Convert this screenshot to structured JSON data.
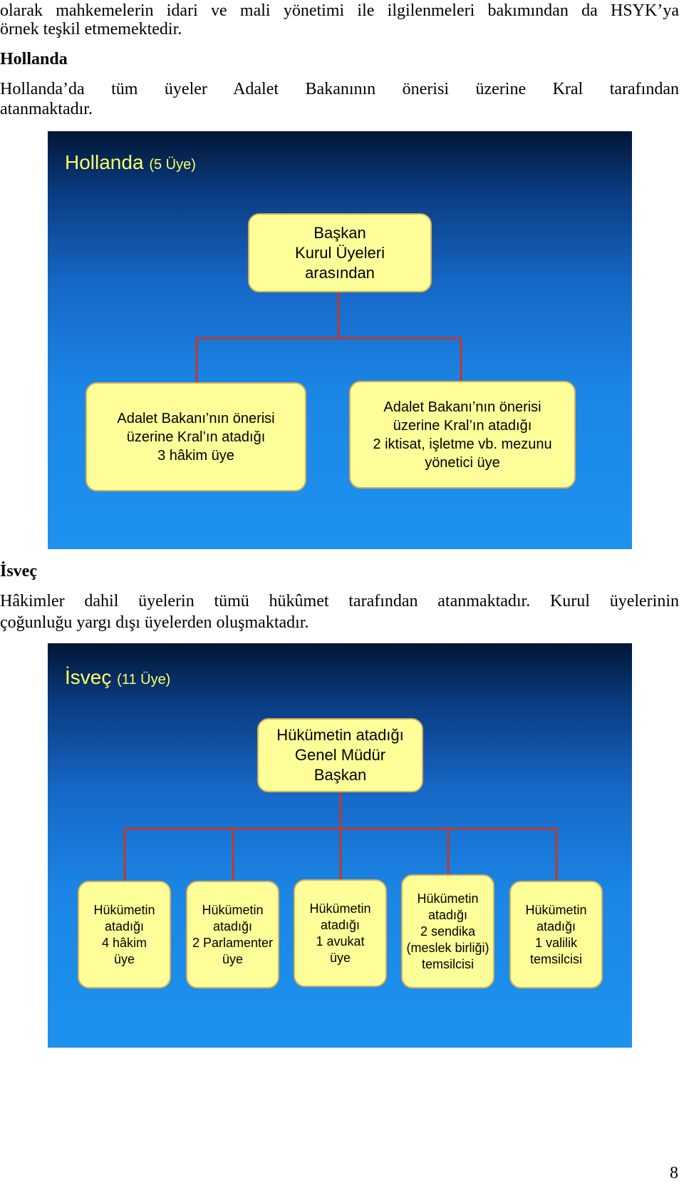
{
  "document": {
    "intro_lines": [
      "olarak mahkemelerin idari ve mali yönetimi ile ilgilenmeleri bakımından da HSYK’ya",
      "örnek teşkil etmemektedir."
    ],
    "netherlands": {
      "heading": "Hollanda",
      "paragraph_lines": [
        "Hollanda’da tüm üyeler Adalet Bakanının önerisi üzerine Kral tarafından",
        "atanmaktadır."
      ]
    },
    "sweden": {
      "heading": "İsveç",
      "paragraph_lines": [
        "Hâkimler dahil üyelerin tümü hükûmet tarafından atanmaktadır. Kurul üyelerinin",
        "çoğunluğu yargı dışı üyelerden oluşmaktadır."
      ]
    },
    "page_number": "8"
  },
  "netherlands_chart": {
    "title": "Hollanda",
    "subtitle": "(5 Üye)",
    "top_box": "Başkan\nKurul Üyeleri\narasından",
    "left_box": "Adalet Bakanı’nın önerisi\nüzerine Kral’ın atadığı\n3 hâkim üye",
    "right_box": "Adalet Bakanı’nın önerisi\nüzerine Kral’ın atadığı\n2 iktisat, işletme vb. mezunu\nyönetici üye"
  },
  "sweden_chart": {
    "title": "İsveç",
    "subtitle": "(11 Üye)",
    "top_box": "Hükümetin atadığı\nGenel Müdür\nBaşkan",
    "boxes": [
      "Hükümetin\natadığı\n4 hâkim\nüye",
      "Hükümetin\natadığı\n2 Parlamenter\nüye",
      "Hükümetin\natadığı\n1 avukat\nüye",
      "Hükümetin\natadığı\n2 sendika\n(meslek birliği)\ntemsilcisi",
      "Hükümetin\natadığı\n1 valilik\ntemsilcisi"
    ]
  },
  "colors": {
    "box_fill": "#ffff99",
    "box_border": "#d8ae5a",
    "connector": "#c0392b",
    "title": "#ffff66"
  }
}
